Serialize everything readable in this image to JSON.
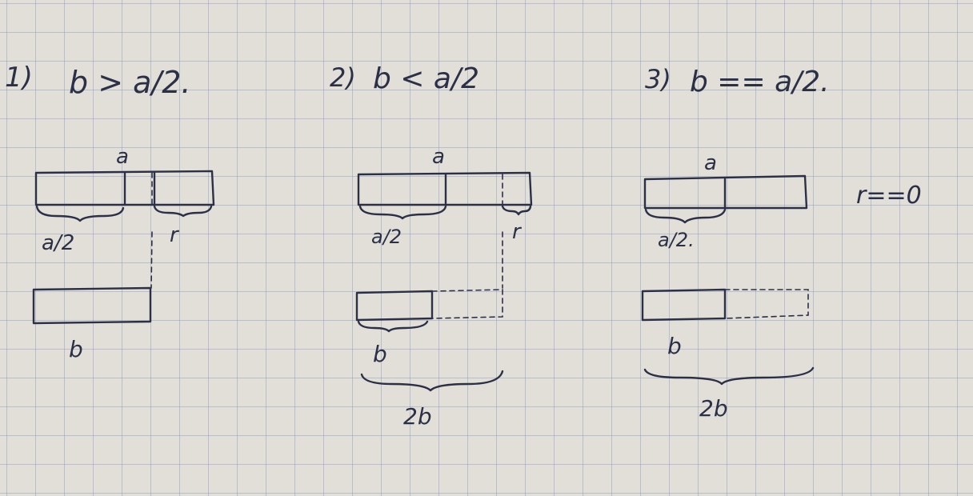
{
  "cases": [
    {
      "number": "1)",
      "condition": "b > a/2.",
      "top_bar_label": "a",
      "half_label": "a/2",
      "remainder_label": "r",
      "bottom_bar_label": "b"
    },
    {
      "number": "2)",
      "condition": "b < a/2",
      "top_bar_label": "a",
      "half_label": "a/2",
      "remainder_label": "r",
      "bottom_bar_label": "b",
      "double_label": "2b"
    },
    {
      "number": "3)",
      "condition": "b == a/2.",
      "top_bar_label": "a",
      "half_label": "a/2.",
      "result_label": "r==0",
      "bottom_bar_label": "b",
      "double_label": "2b"
    }
  ]
}
